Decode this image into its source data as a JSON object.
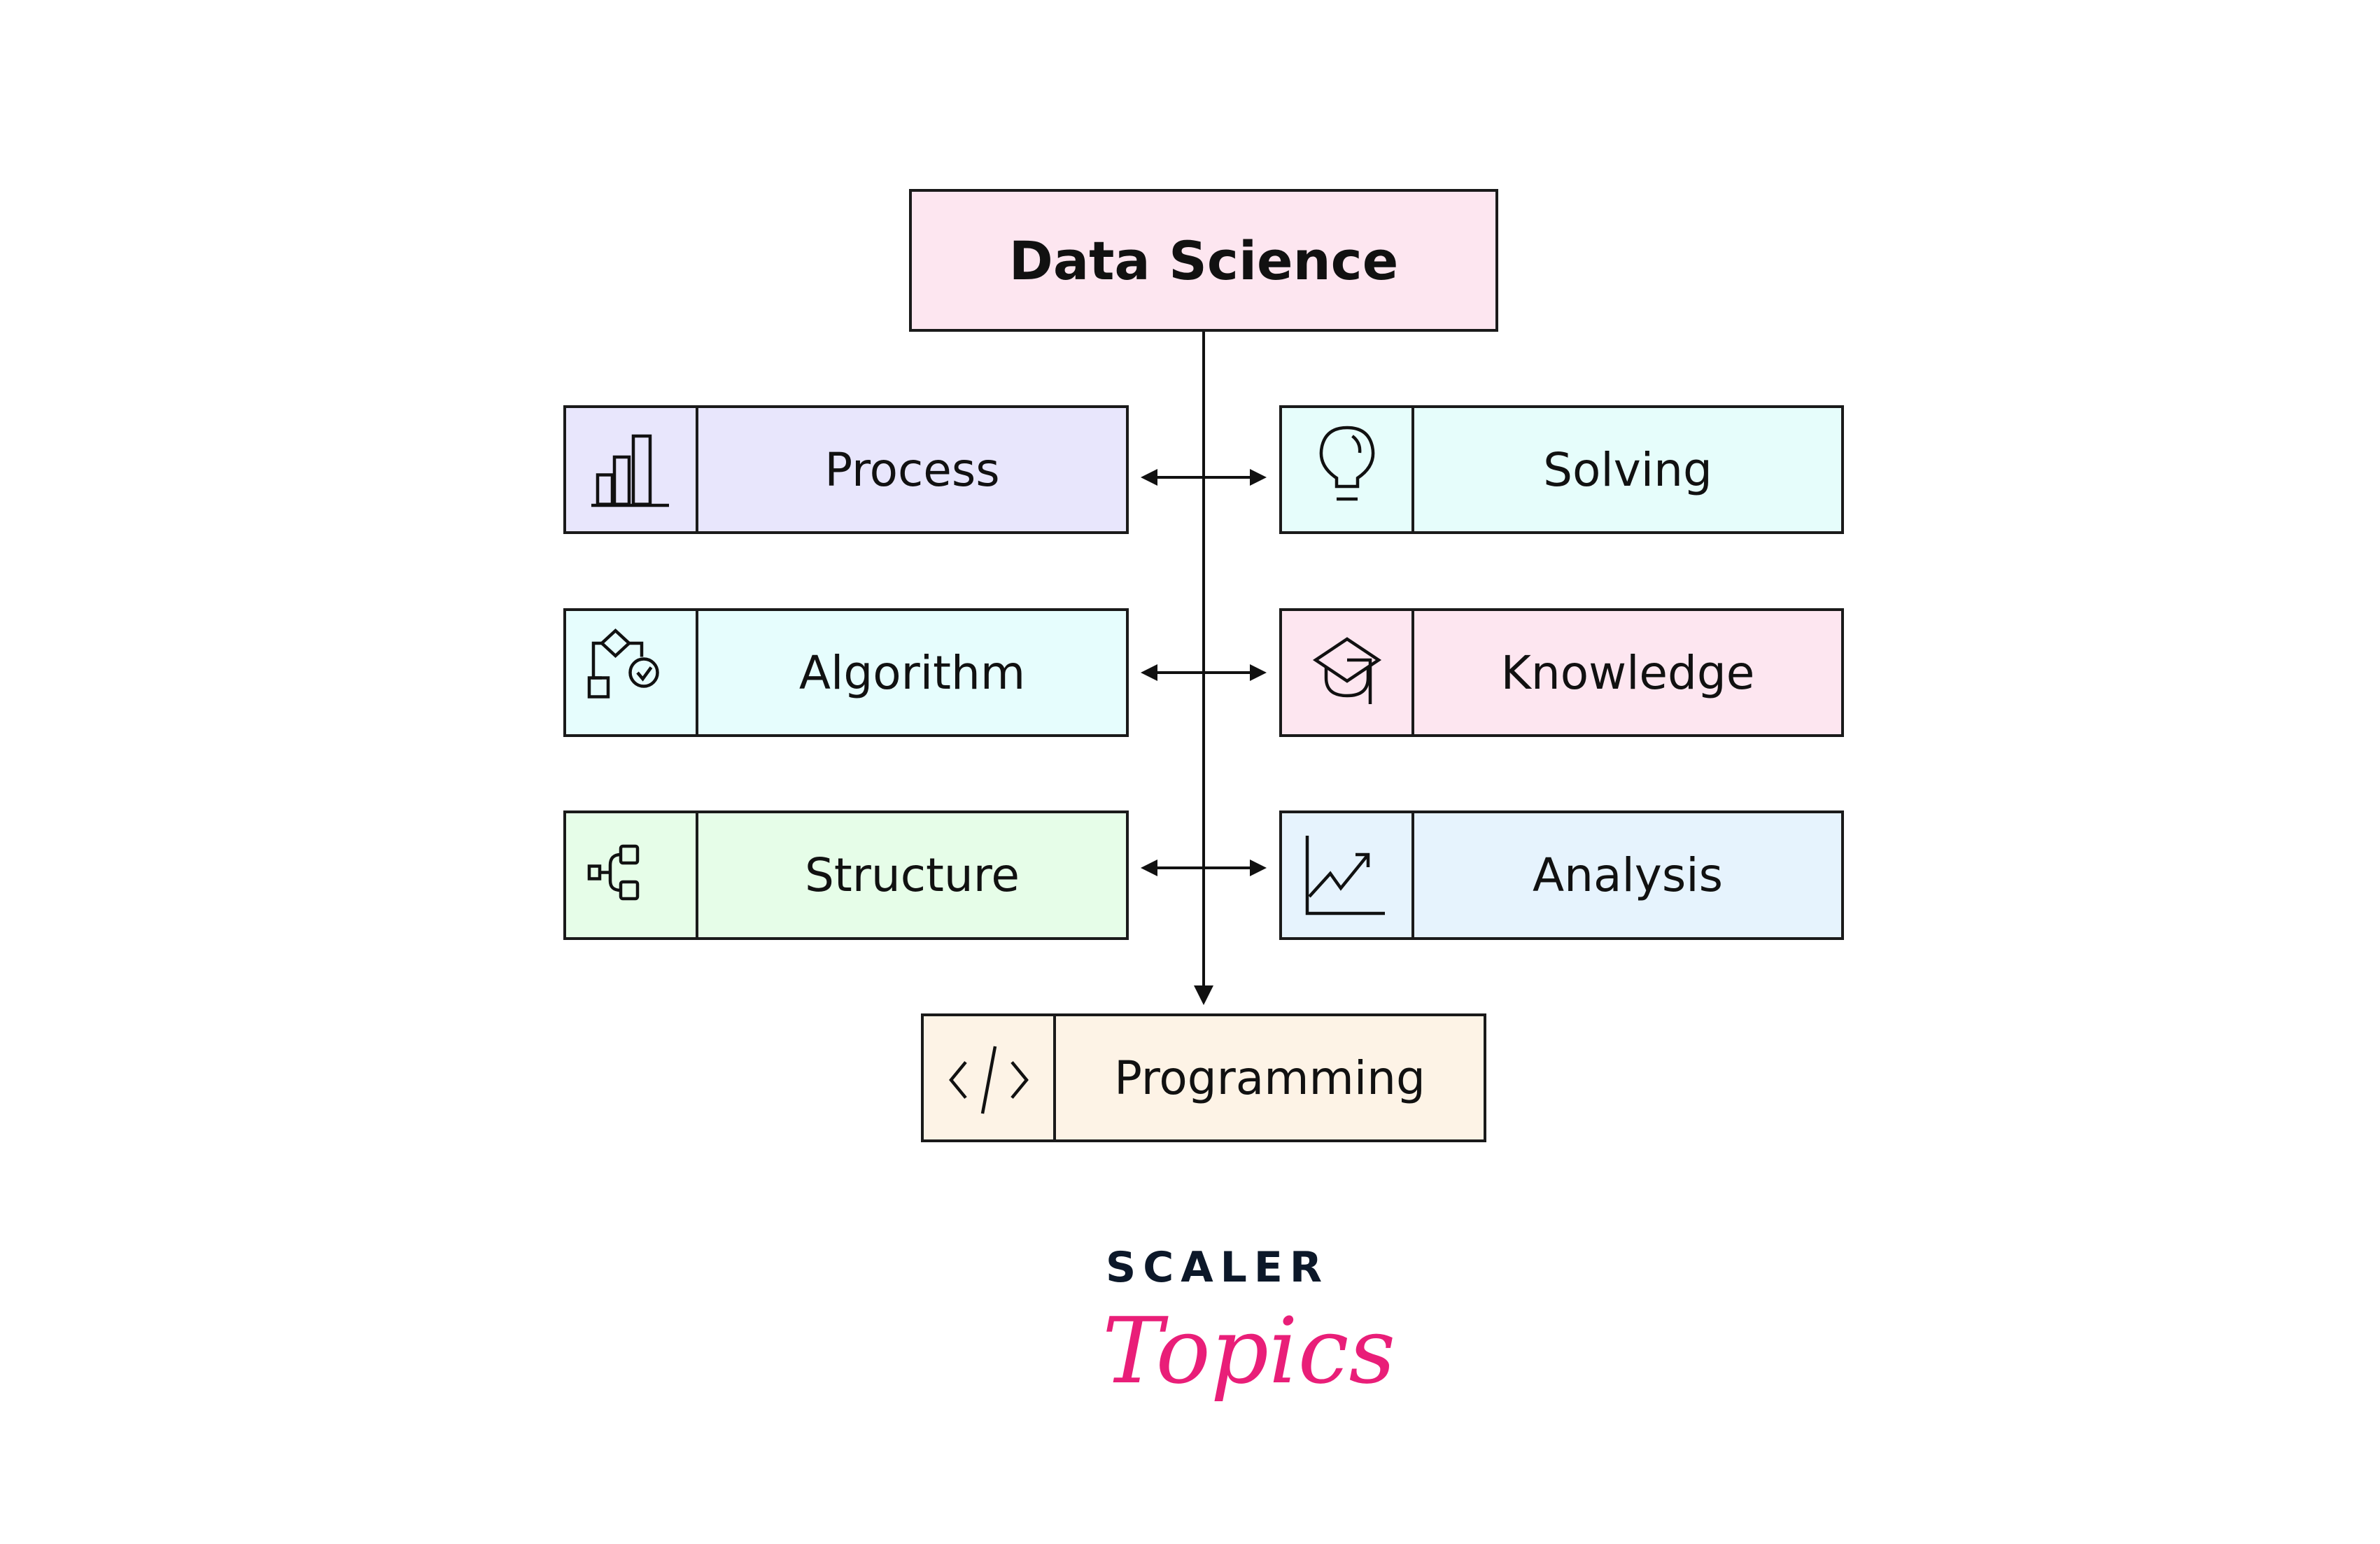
{
  "title": "Data Science",
  "left_items": [
    {
      "label": "Process",
      "icon": "bar-chart-icon",
      "color": "#e8e6fc"
    },
    {
      "label": "Algorithm",
      "icon": "flowchart-icon",
      "color": "#e6fdfd"
    },
    {
      "label": "Structure",
      "icon": "hierarchy-icon",
      "color": "#e6fde8"
    }
  ],
  "right_items": [
    {
      "label": "Solving",
      "icon": "lightbulb-icon",
      "color": "#e6fdfb"
    },
    {
      "label": "Knowledge",
      "icon": "graduation-cap-icon",
      "color": "#fde6f0"
    },
    {
      "label": "Analysis",
      "icon": "trend-chart-icon",
      "color": "#e6f3fd"
    }
  ],
  "bottom_item": {
    "label": "Programming",
    "icon": "code-icon",
    "color": "#fdf3e6"
  },
  "logo": {
    "brand": "SCALER",
    "sub": "Topics",
    "brand_color": "#0c1829",
    "accent_color": "#e91e78"
  }
}
